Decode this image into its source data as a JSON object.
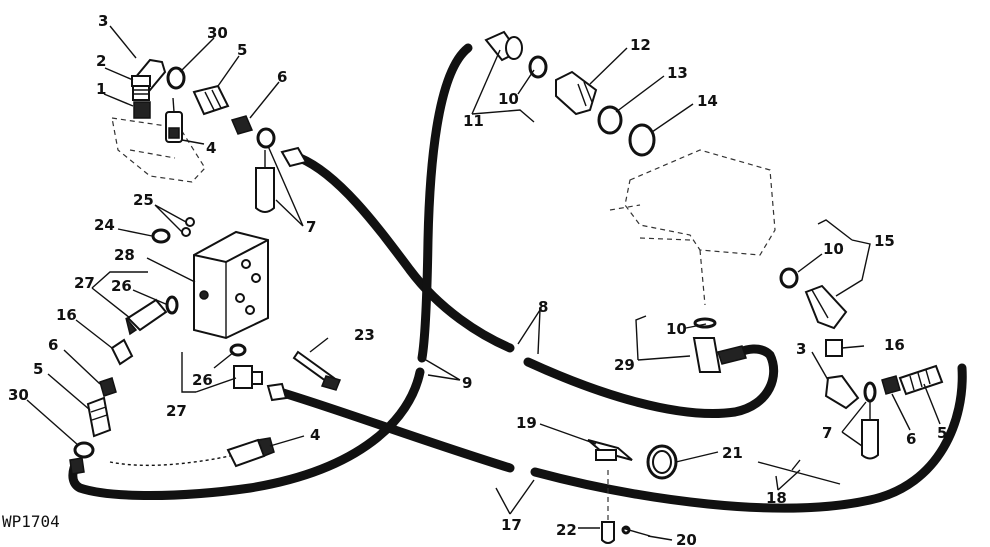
{
  "diagram": {
    "drawing_code": "WP1704",
    "callouts": {
      "c1": "1",
      "c2": "2",
      "c3a": "3",
      "c3b": "3",
      "c4a": "4",
      "c4b": "4",
      "c5a": "5",
      "c5b": "5",
      "c5c": "5",
      "c6a": "6",
      "c6b": "6",
      "c6c": "6",
      "c7a": "7",
      "c7b": "7",
      "c8": "8",
      "c9": "9",
      "c10a": "10",
      "c10b": "10",
      "c10c": "10",
      "c11": "11",
      "c12": "12",
      "c13": "13",
      "c14": "14",
      "c15": "15",
      "c16a": "16",
      "c16b": "16",
      "c17": "17",
      "c18": "18",
      "c19": "19",
      "c20": "20",
      "c21": "21",
      "c22": "22",
      "c23": "23",
      "c24": "24",
      "c25": "25",
      "c26a": "26",
      "c26b": "26",
      "c27a": "27",
      "c27b": "27",
      "c28": "28",
      "c29": "29",
      "c30a": "30",
      "c30b": "30"
    }
  }
}
